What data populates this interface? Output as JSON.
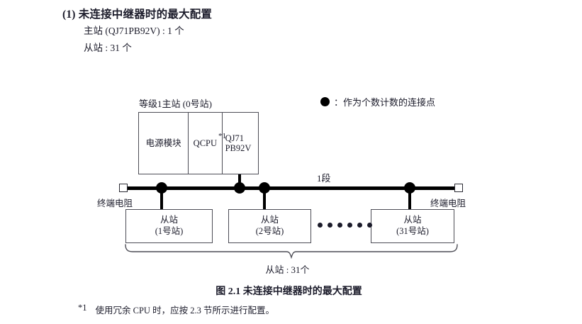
{
  "heading": {
    "number": "(1)",
    "title": "未连接中继器时的最大配置",
    "line1": "主站 (QJ71PB92V) : 1 个",
    "line2": "从站 : 31 个"
  },
  "legend": {
    "symbol": "filled-circle",
    "text": "：作为个数计数的连接点"
  },
  "diagram": {
    "master_label": "等级1主站 (0号站)",
    "master_module": {
      "power_cell": "电源模块",
      "cpu_cell": "QCPU",
      "cpu_footnote_mark": "*1",
      "network_cell_line1": "QJ71",
      "network_cell_line2": "PB92V"
    },
    "segment_label": "1段",
    "terminator_left_label": "终端电阻",
    "terminator_right_label": "终端电阻",
    "slaves": [
      {
        "name": "从站",
        "station": "(1号站)"
      },
      {
        "name": "从站",
        "station": "(2号站)"
      },
      {
        "name": "从站",
        "station": "(31号站)"
      }
    ],
    "ellipsis_dot_count": 6,
    "brace_label": "从站 : 31个"
  },
  "caption": "图 2.1  未连接中继器时的最大配置",
  "footnote": {
    "mark": "*1",
    "text": "使用冗余 CPU 时，应按 2.3 节所示进行配置。"
  },
  "colors": {
    "text": "#1b1b2a",
    "line": "#000000",
    "box_border": "#4c4c55",
    "background": "#ffffff"
  }
}
